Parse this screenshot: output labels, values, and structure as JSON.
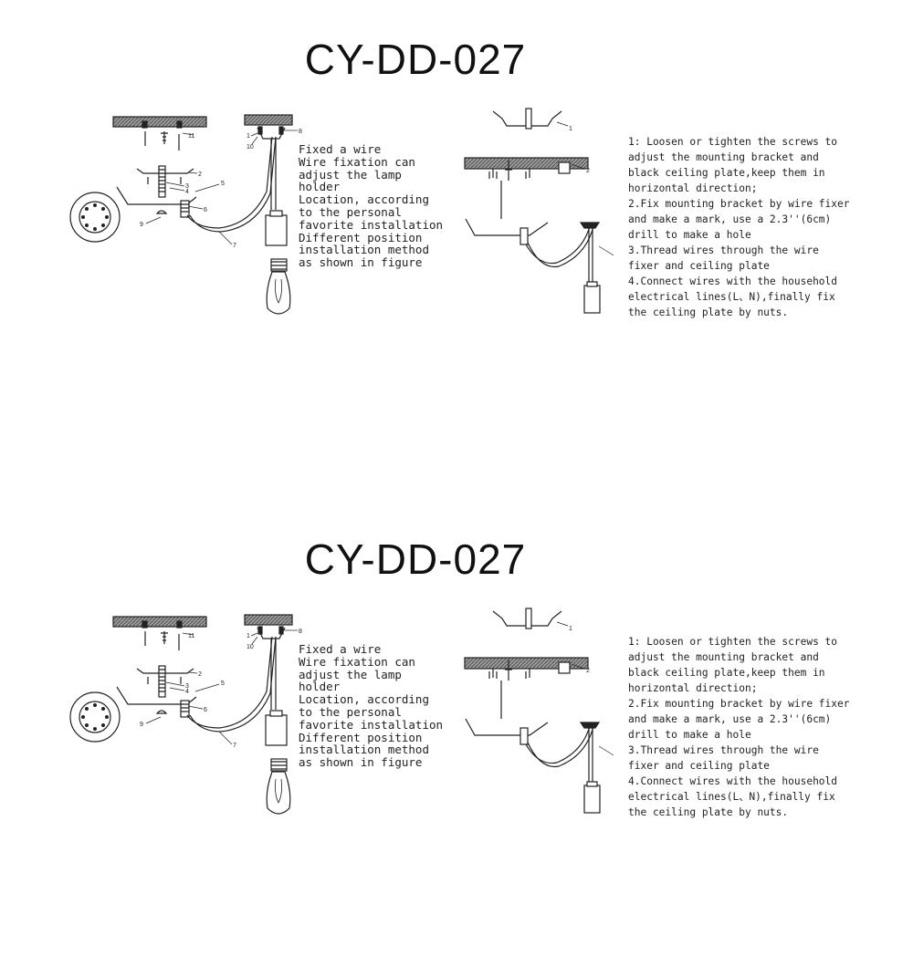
{
  "panels": [
    {
      "title": "CY-DD-027",
      "left_note": [
        "Fixed a wire",
        "Wire fixation can",
        "adjust the lamp",
        "holder",
        "Location, according",
        "to the personal",
        "favorite installation",
        "Different position",
        "installation method",
        "as shown in figure"
      ],
      "steps": [
        "1: Loosen or tighten the screws to",
        "adjust the mounting bracket and",
        "black ceiling plate,keep them in",
        "horizontal direction;",
        "2.Fix mounting bracket by wire fixer",
        "and make a mark, use a 2.3''(6cm)",
        "drill to make a hole",
        "3.Thread wires through the wire",
        "fixer and ceiling plate",
        "4.Connect wires with the household",
        "electrical lines(L、N),finally fix",
        "the ceiling plate by nuts."
      ],
      "callouts": {
        "c1": "1",
        "c2": "2",
        "c3": "3",
        "c4": "4",
        "c5": "5",
        "c6": "6",
        "c7": "7",
        "c8": "8",
        "c9": "9",
        "c10": "10",
        "c11": "11",
        "r1": "1",
        "r2": "2"
      }
    },
    {
      "title": "CY-DD-027",
      "left_note": [
        "Fixed a wire",
        "Wire fixation can",
        "adjust the lamp",
        "holder",
        "Location, according",
        "to the personal",
        "favorite installation",
        "Different position",
        "installation method",
        "as shown in figure"
      ],
      "steps": [
        "1: Loosen or tighten the screws to",
        "adjust the mounting bracket and",
        "black ceiling plate,keep them in",
        "horizontal direction;",
        "2.Fix mounting bracket by wire fixer",
        "and make a mark, use a 2.3''(6cm)",
        "drill to make a hole",
        "3.Thread wires through the wire",
        "fixer and ceiling plate",
        "4.Connect wires with the household",
        "electrical lines(L、N),finally fix",
        "the ceiling plate by nuts."
      ],
      "callouts": {
        "c1": "1",
        "c2": "2",
        "c3": "3",
        "c4": "4",
        "c5": "5",
        "c6": "6",
        "c7": "7",
        "c8": "8",
        "c9": "9",
        "c10": "10",
        "c11": "11",
        "r1": "1",
        "r2": "2"
      }
    }
  ]
}
